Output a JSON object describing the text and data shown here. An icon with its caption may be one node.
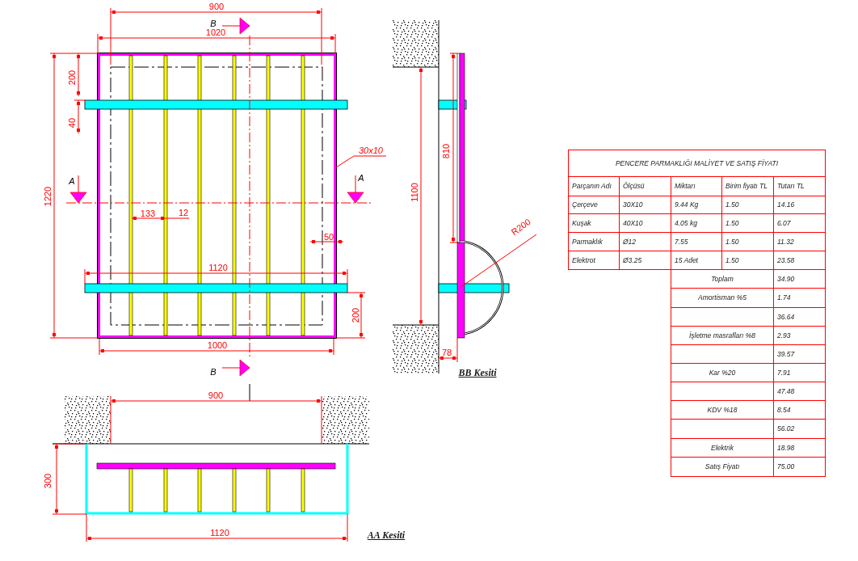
{
  "diagram": {
    "nodes": [
      {
        "text": [
          "30x10"
        ]
      },
      {
        "text": [],
        "shape": "box"
      }
    ],
    "edges": [
      {
        "from": 0,
        "to": 1,
        "arrow": "none"
      }
    ],
    "labels": [
      "900",
      "B",
      "1020",
      "200",
      "40",
      "1220",
      "A",
      "A",
      "133",
      "12",
      "50",
      "1120",
      "200",
      "1000",
      "B",
      "810",
      "1100",
      "R200",
      "78",
      "BB Kesiti",
      "900",
      "300",
      "1120",
      "AA Kesiti",
      "PENCERE PARMAKLIĞI MALİYET VE SATIŞ FİYATI",
      "Parçanın Adı",
      "Ölçüsü",
      "Miktarı",
      "Birim fiyatı TL",
      "Tutarı TL",
      "Çerçeve",
      "30X10",
      "9.44 Kg",
      "1.50",
      "14.16",
      "Kuşak",
      "40X10",
      "4.05 kg",
      "1.50",
      "6.07",
      "Parmaklık",
      "Ø12",
      "7.55",
      "1.50",
      "11.32",
      "Elektrot",
      "Ø3.25",
      "15 Adet",
      "1.50",
      "23.58",
      "Toplam",
      "34.90",
      "Amortisman %5",
      "1.74",
      "36.64",
      "İşletme masrafları %8",
      "2.93",
      "39.57",
      "Kar %20",
      "7.91",
      "47.48",
      "KDV %18",
      "8.54",
      "56.02",
      "Elektrik",
      "18.98",
      "Satış Fiyatı",
      "75.00"
    ]
  }
}
